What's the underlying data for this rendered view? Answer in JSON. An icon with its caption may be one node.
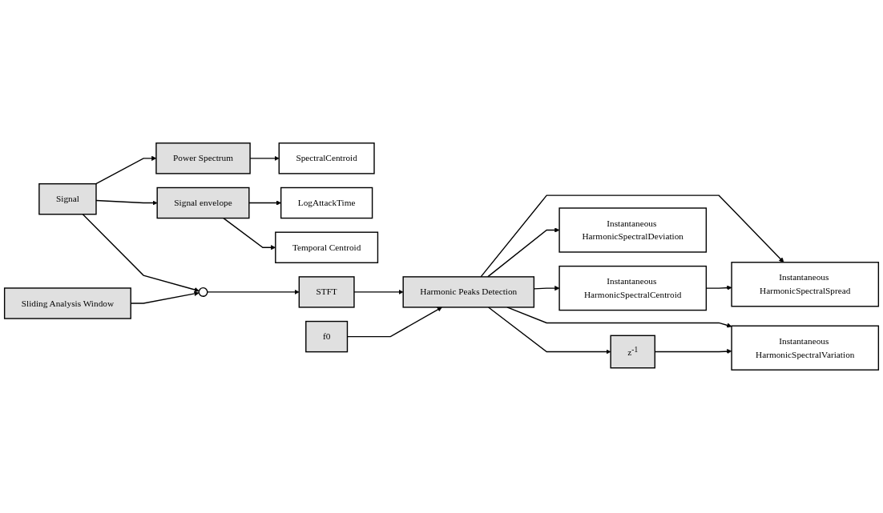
{
  "diagram": {
    "nodes": [
      {
        "text": [
          "Signal"
        ]
      },
      {
        "text": [
          "Power Spectrum"
        ]
      },
      {
        "text": [
          "SpectralCentroid"
        ]
      },
      {
        "text": [
          "Signal envelope"
        ]
      },
      {
        "text": [
          "LogAttackTime"
        ]
      },
      {
        "text": [
          "Temporal Centroid"
        ]
      },
      {
        "text": [],
        "shape": "circle"
      },
      {
        "text": [
          "STFT"
        ]
      },
      {
        "text": [
          "Sliding Analysis Window"
        ]
      },
      {
        "text": [
          "Harmonic Peaks Detection"
        ]
      },
      {
        "text": [
          "f0"
        ]
      },
      {
        "text": [
          "Instantaneous HarmonicSpectralSpread"
        ]
      },
      {
        "text": [
          "Instantaneous HarmonicSpectralCentroid"
        ]
      },
      {
        "text": [
          "Instantaneous HarmonicSpectralDeviation"
        ]
      },
      {
        "text": [
          "Instantaneous HarmonicSpectralVariation"
        ]
      },
      {
        "text": [
          "z$^{-1}$"
        ]
      }
    ],
    "edges": [
      {
        "from": 0,
        "to": 1,
        "arrow": "to"
      },
      {
        "from": 0,
        "to": 3,
        "arrow": "to"
      },
      {
        "from": 0,
        "to": 6,
        "arrow": "to"
      },
      {
        "from": 1,
        "to": 2,
        "arrow": "to"
      },
      {
        "from": 3,
        "to": 4,
        "arrow": "to"
      },
      {
        "from": 3,
        "to": 5,
        "arrow": "to"
      },
      {
        "from": 8,
        "to": 6,
        "arrow": "to"
      },
      {
        "from": 6,
        "to": 7,
        "arrow": "to"
      },
      {
        "from": 7,
        "to": 9,
        "arrow": "to"
      },
      {
        "from": 10,
        "to": 9,
        "arrow": "to"
      },
      {
        "from": 9,
        "to": 11,
        "arrow": "to"
      },
      {
        "from": 9,
        "to": 12,
        "arrow": "to"
      },
      {
        "from": 9,
        "to": 13,
        "arrow": "to"
      },
      {
        "from": 9,
        "to": 14,
        "arrow": "to"
      },
      {
        "from": 12,
        "to": 11,
        "arrow": "to"
      },
      {
        "from": 9,
        "to": 15,
        "arrow": "to"
      },
      {
        "from": 15,
        "to": 14,
        "arrow": "to"
      }
    ]
  }
}
